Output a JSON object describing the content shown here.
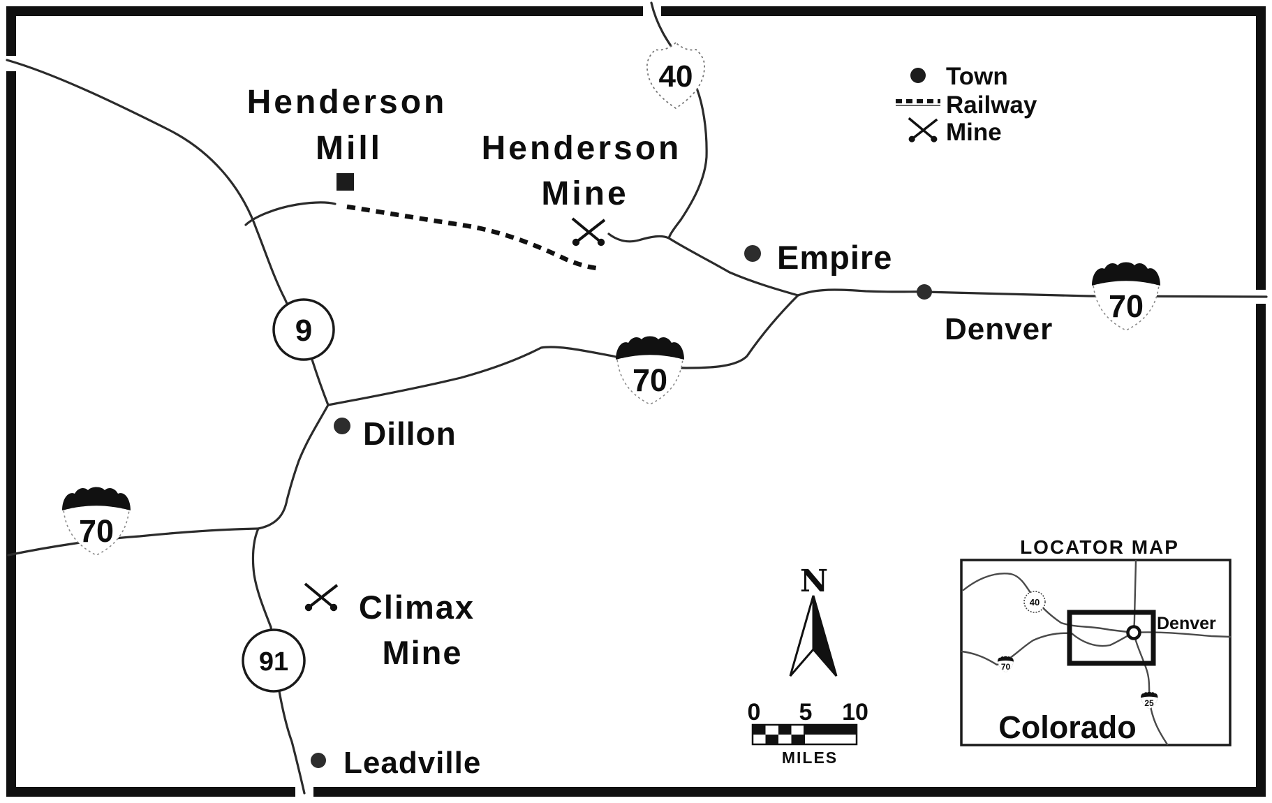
{
  "colors": {
    "ink": "#111111",
    "paper": "#ffffff"
  },
  "legend": {
    "town": "Town",
    "railway": "Railway",
    "mine": "Mine"
  },
  "places": {
    "henderson_mill_1": "Henderson",
    "henderson_mill_2": "Mill",
    "henderson_mine_1": "Henderson",
    "henderson_mine_2": "Mine",
    "climax_1": "Climax",
    "climax_2": "Mine",
    "empire": "Empire",
    "denver": "Denver",
    "dillon": "Dillon",
    "leadville": "Leadville"
  },
  "shields": {
    "us40": "40",
    "i70": "70",
    "sr9": "9",
    "sr91": "91"
  },
  "compass": {
    "north": "N"
  },
  "scalebar": {
    "tick0": "0",
    "tick5": "5",
    "tick10": "10",
    "unit": "MILES"
  },
  "locator": {
    "title": "LOCATOR MAP",
    "state": "Colorado",
    "city": "Denver",
    "us40": "40",
    "i70": "70",
    "i25": "25"
  }
}
